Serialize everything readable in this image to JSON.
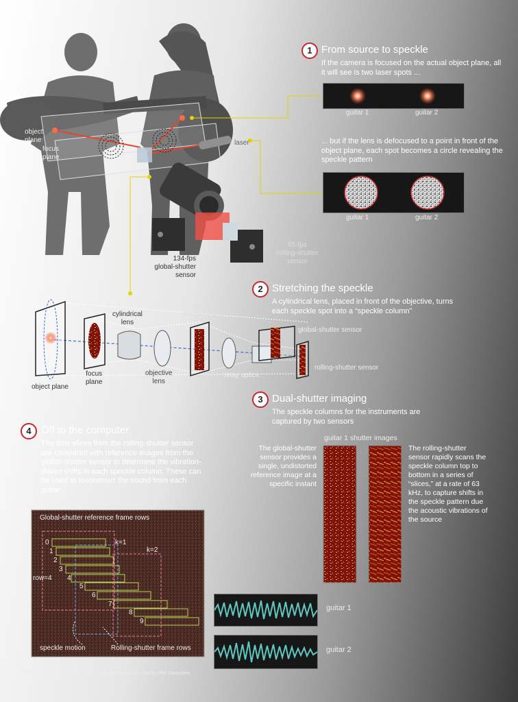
{
  "colors": {
    "accent_red": "#c4262e",
    "laser": "#e8452c",
    "callout_yellow": "#e8d200",
    "speckle_dark": "#8a1a10",
    "speckle_bright": "#f0c050",
    "waveform": "#5fc8c0",
    "green_box": "#b8d25a",
    "pink_box": "#e87aa8",
    "blue_box": "#6aa8e0"
  },
  "scene": {
    "object_plane": "object\nplane",
    "focus_plane": "focus\nplane",
    "laser": "laser",
    "global_sensor": "134-fps\nglobal-shutter\nsensor",
    "rolling_sensor": "65-fps\nrolling-shutter\nsensor"
  },
  "section1": {
    "number": "1",
    "title": "From source to speckle",
    "body": "If the camera is focused on the actual object plane, all it will see is two laser spots ...",
    "body2": "... but if the lens is defocused to a point in front of the object plane, each spot becomes a circle revealing the speckle pattern",
    "panel_labels": [
      "guitar 1",
      "guitar 2"
    ]
  },
  "section2": {
    "number": "2",
    "title": "Stretching the speckle",
    "body": "A cylindrical lens, placed in front of the objective, turns each speckle spot into a “speckle column”"
  },
  "optics": {
    "object_plane": "object plane",
    "focus_plane": "focus\nplane",
    "cylindrical_lens": "cylindrical\nlens",
    "objective_lens": "objective\nlens",
    "virtual_image_plane": "virtual\nimage plane",
    "relay_optics": "relay optics",
    "global_sensor": "global-shutter sensor",
    "rolling_sensor": "rolling-shutter sensor"
  },
  "section3": {
    "number": "3",
    "title": "Dual-shutter imaging",
    "body": "The speckle columns for the instruments are captured by two sensors",
    "images_label": "guitar 1 shutter images",
    "left_text": "The global-shutter sensor provides a single, undistorted reference image at a specific instant",
    "right_text": "The rolling-shutter sensor rapidly scans the speckle column top to bottom in a series of “slices,” at a rate of 63 kHz, to capture shifts in the speckle pattern due the acoustic vibrations of the source"
  },
  "section4": {
    "number": "4",
    "title": "Off to the computer",
    "body": "The time slices from the rolling-shutter sensor are compared with reference images from the global-shutter sensor to determine the vibration-driven shifts in each speckle column. These can be used to reconstruct the sound from each guitar",
    "frame_title": "Global-shutter reference frame  rows",
    "row_label": "row=4",
    "k1": "k=1",
    "k2": "k=2",
    "row_numbers": [
      "0",
      "1",
      "2",
      "3",
      "4",
      "5",
      "6",
      "7",
      "8",
      "9"
    ],
    "speckle_motion": "speckle motion",
    "rolling_rows": "Rolling-shutter frame rows"
  },
  "waveforms": [
    "guitar 1",
    "guitar 2"
  ],
  "source": "Source: M. Sheinin et al., Proc. IEEE CVPR (2022) / Art by Phil Saunders"
}
